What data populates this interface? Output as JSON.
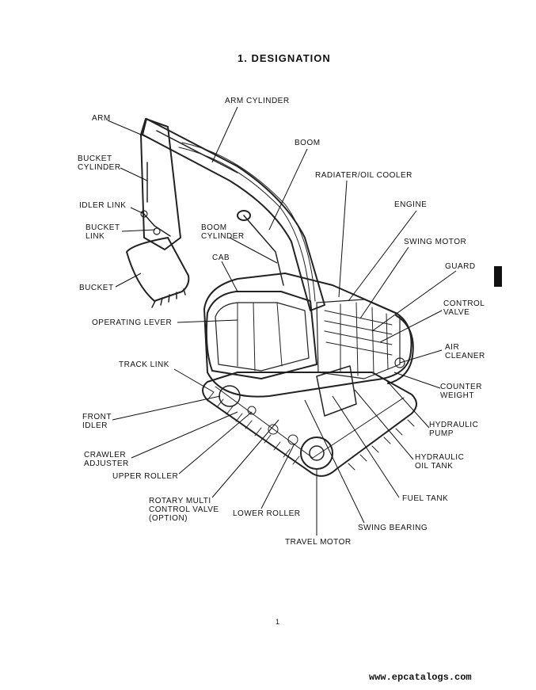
{
  "page": {
    "title": "1.  DESIGNATION",
    "page_number": "1",
    "watermark": "www.epcatalogs.com"
  },
  "labels": {
    "arm_cylinder": [
      "ARM CYLINDER"
    ],
    "arm": [
      "ARM"
    ],
    "boom": [
      "BOOM"
    ],
    "bucket_cylinder": [
      "BUCKET",
      "CYLINDER"
    ],
    "radiator_oil_cooler": [
      "RADIATER/OIL COOLER"
    ],
    "engine": [
      "ENGINE"
    ],
    "idler_link": [
      "IDLER LINK"
    ],
    "bucket_link": [
      "BUCKET",
      "LINK"
    ],
    "boom_cylinder": [
      "BOOM",
      "CYLINDER"
    ],
    "swing_motor": [
      "SWING MOTOR"
    ],
    "cab": [
      "CAB"
    ],
    "guard": [
      "GUARD"
    ],
    "bucket": [
      "BUCKET"
    ],
    "control_valve": [
      "CONTROL",
      "VALVE"
    ],
    "operating_lever": [
      "OPERATING LEVER"
    ],
    "air_cleaner": [
      "AIR",
      "CLEANER"
    ],
    "track_link": [
      "TRACK LINK"
    ],
    "counter_weight": [
      "COUNTER",
      "WEIGHT"
    ],
    "front_idler": [
      "FRONT",
      "IDLER"
    ],
    "hydraulic_pump": [
      "HYDRAULIC",
      "PUMP"
    ],
    "crawler_adjuster": [
      "CRAWLER",
      "ADJUSTER"
    ],
    "hydraulic_oil_tank": [
      "HYDRAULIC",
      "OIL TANK"
    ],
    "upper_roller": [
      "UPPER ROLLER"
    ],
    "fuel_tank": [
      "FUEL TANK"
    ],
    "rotary_multi_control_valve": [
      "ROTARY MULTI",
      "CONTROL VALVE",
      "(OPTION)"
    ],
    "lower_roller": [
      "LOWER ROLLER"
    ],
    "swing_bearing": [
      "SWING BEARING"
    ],
    "travel_motor": [
      "TRAVEL MOTOR"
    ]
  }
}
